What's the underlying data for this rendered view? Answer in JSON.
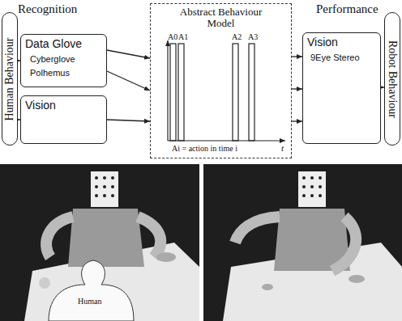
{
  "diagram": {
    "nodes": [
      {
        "text": [
          "Human Behaviour"
        ]
      },
      {
        "text": [
          "Data Glove",
          "Cyberglove",
          "Polhemus"
        ]
      },
      {
        "text": [
          "Vision"
        ]
      },
      {
        "text": [
          "Abstract Behaviour Model"
        ]
      },
      {
        "text": [
          "Vision",
          "9Eye Stereo"
        ]
      },
      {
        "text": [
          "Robot Behaviour"
        ]
      }
    ],
    "edges": [
      {
        "from": 0,
        "to": 1,
        "arrow": "to"
      },
      {
        "from": 0,
        "to": 2,
        "arrow": "to"
      },
      {
        "from": 1,
        "to": 3,
        "arrow": "to"
      },
      {
        "from": 1,
        "to": 3,
        "arrow": "to"
      },
      {
        "from": 2,
        "to": 3,
        "arrow": "to"
      },
      {
        "from": 3,
        "to": 4,
        "arrow": "to"
      },
      {
        "from": 3,
        "to": 4,
        "arrow": "to"
      },
      {
        "from": 3,
        "to": 4,
        "arrow": "to"
      },
      {
        "from": 4,
        "to": 5,
        "arrow": "to"
      }
    ],
    "labels": [
      "Recognition",
      "Performance",
      "A0",
      "A1",
      "A2",
      "A3",
      "t",
      "Ai = action in time i",
      "Human"
    ]
  }
}
